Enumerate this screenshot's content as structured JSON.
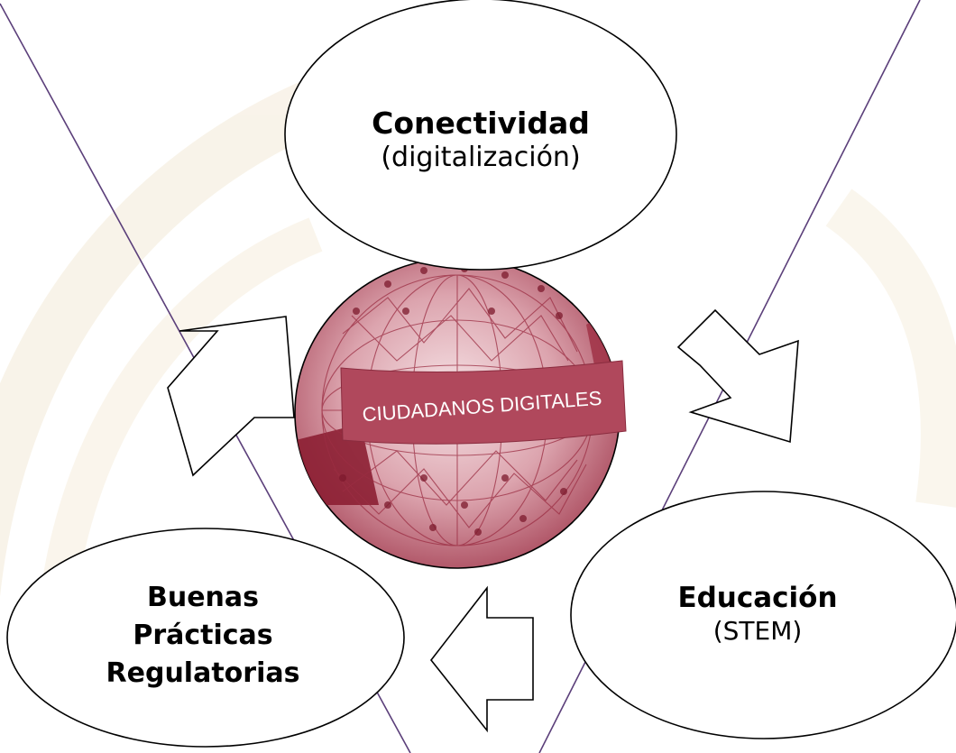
{
  "diagram": {
    "center": {
      "banner_text": "CIUDADANOS DIGITALES"
    },
    "nodes": [
      {
        "id": "conectividad",
        "title": "Conectividad",
        "subtitle": "(digitalización)"
      },
      {
        "id": "educacion",
        "title": "Educación",
        "subtitle": "(STEM)"
      },
      {
        "id": "buenas",
        "title_lines": [
          "Buenas",
          "Prácticas",
          "Regulatorias"
        ]
      }
    ],
    "arrows": [
      {
        "from": "buenas",
        "to": "conectividad",
        "direction": "up-right"
      },
      {
        "from": "conectividad",
        "to": "educacion",
        "direction": "down-right"
      },
      {
        "from": "educacion",
        "to": "buenas",
        "direction": "left"
      }
    ]
  },
  "colors": {
    "background_lines": "#5b3f7a",
    "watermark": "#f4ead8",
    "globe_light": "#e7c2c9",
    "globe_dark": "#9c2f43",
    "banner": "#b0485c",
    "banner_text": "#ffffff",
    "outline": "#000000"
  }
}
